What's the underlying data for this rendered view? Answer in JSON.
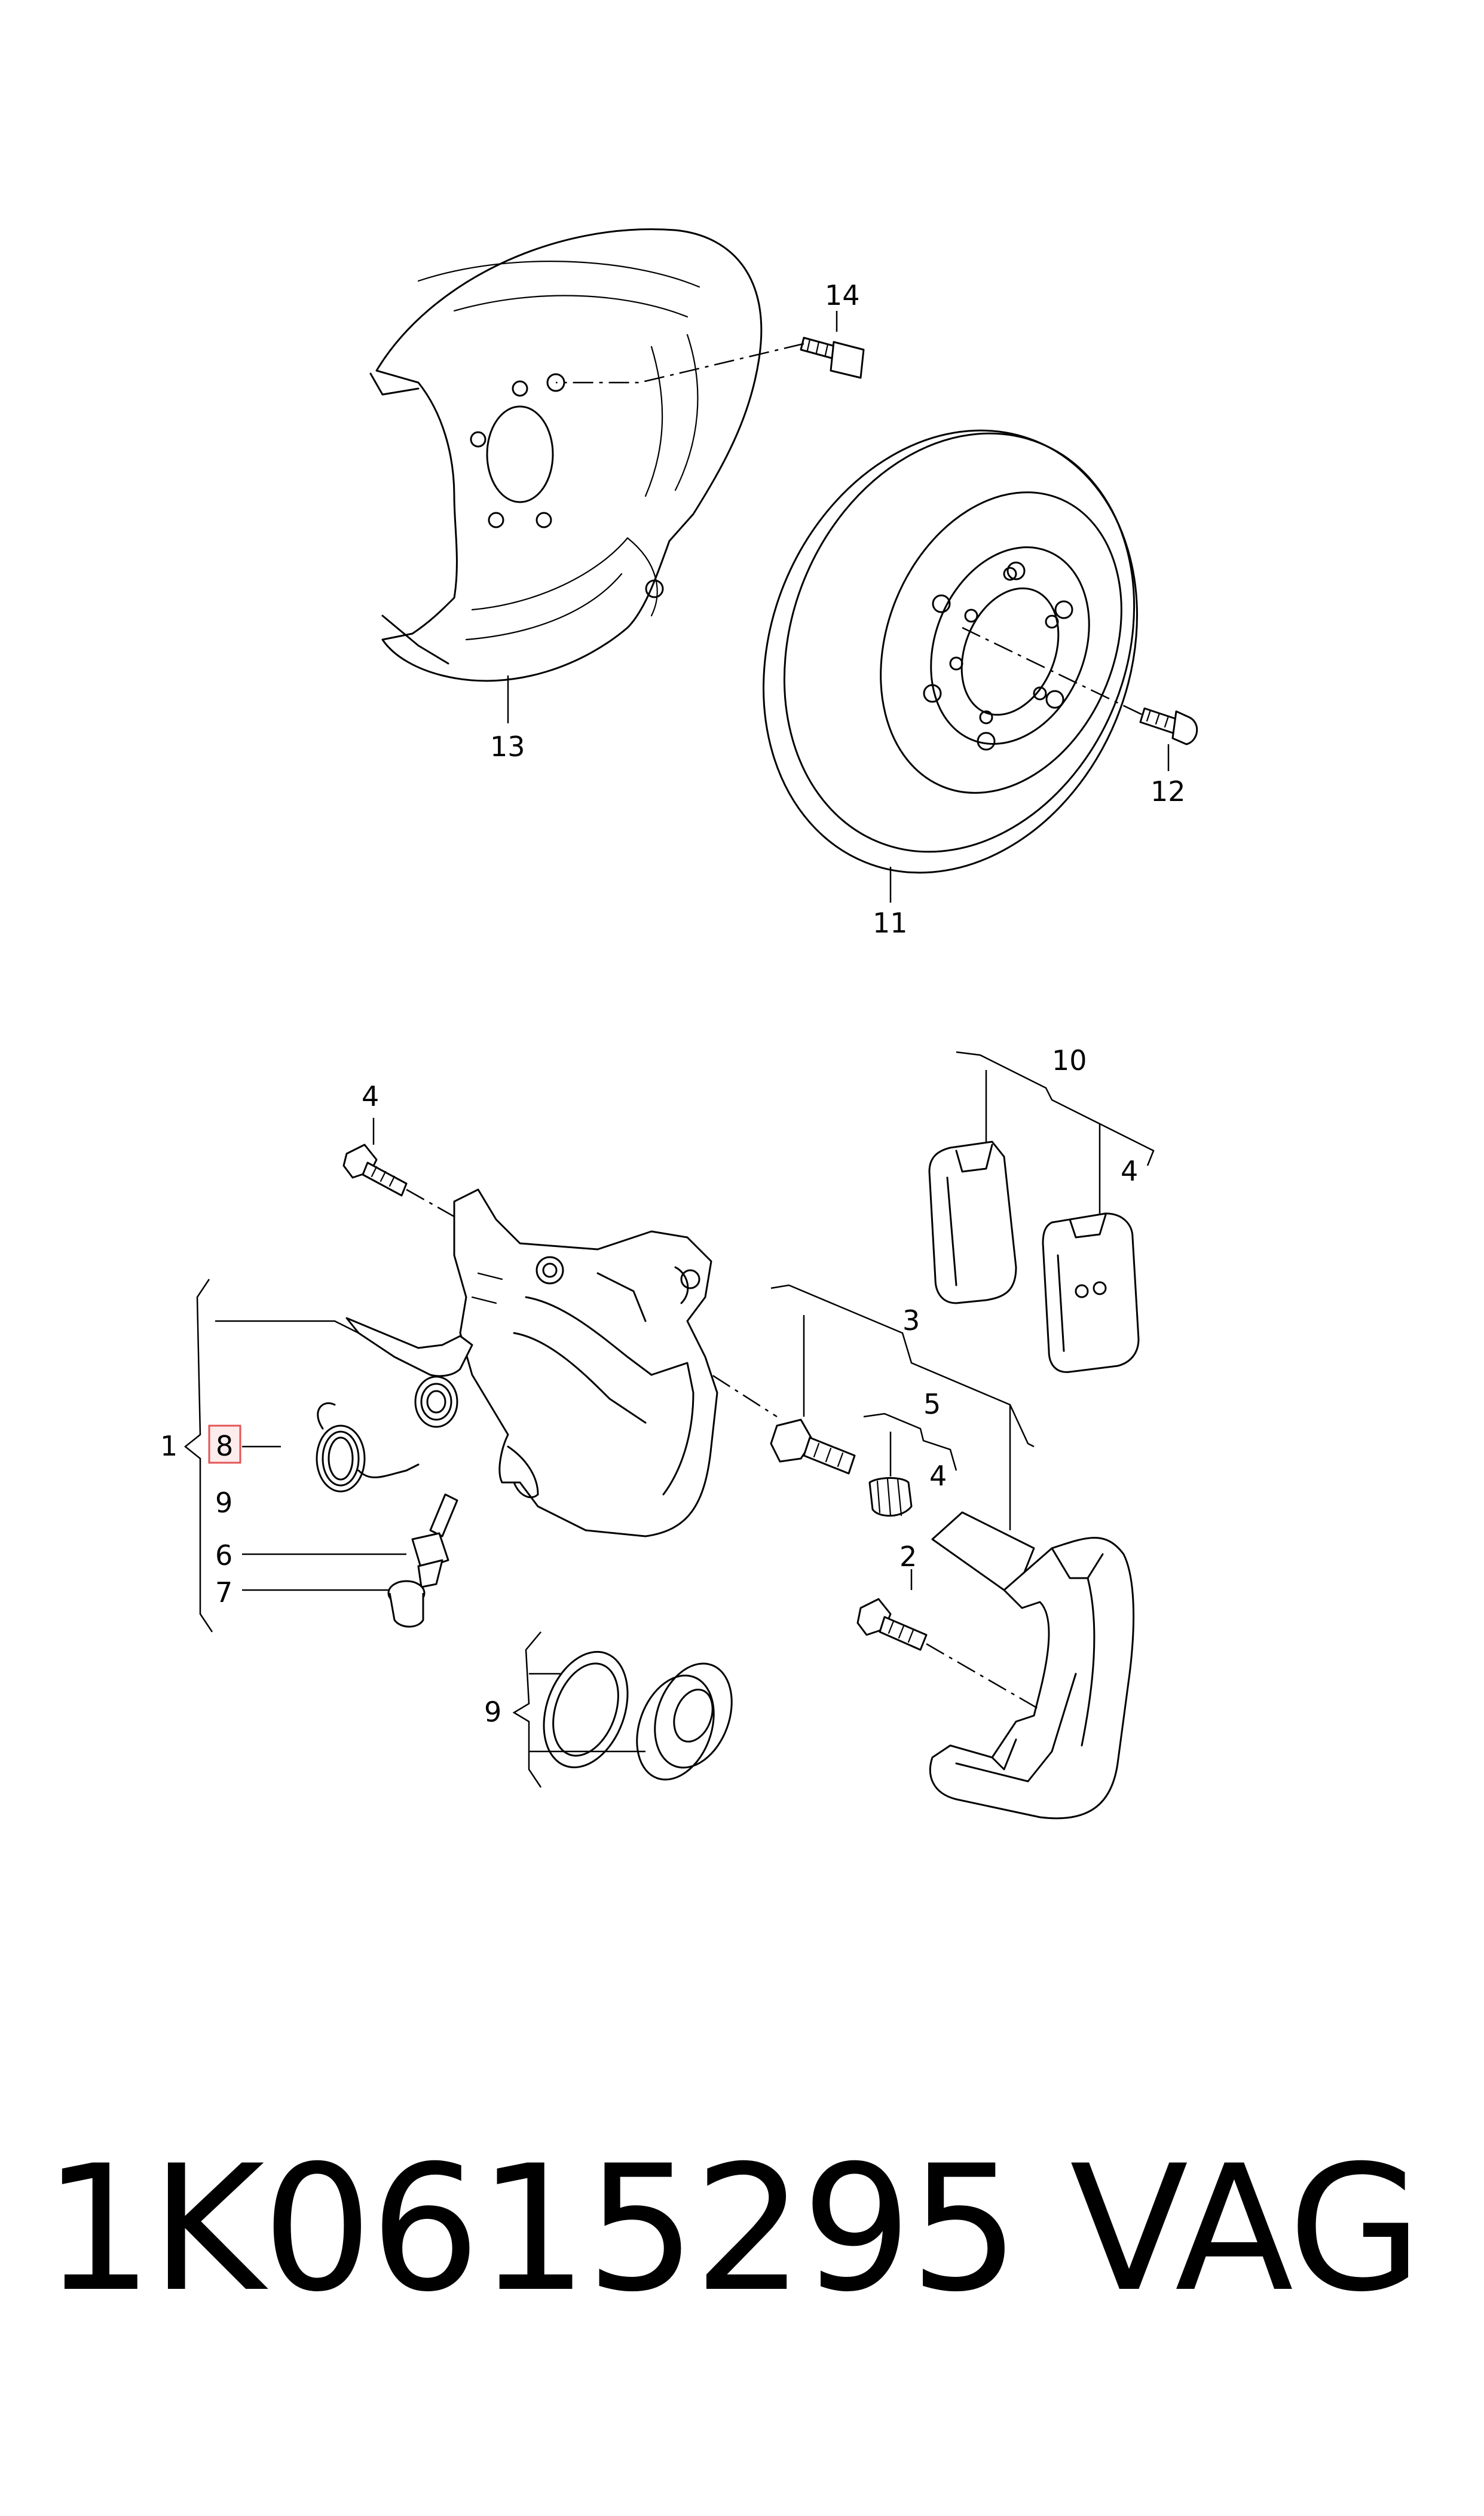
{
  "callouts": {
    "c1": "1",
    "c2": "2",
    "c3": "3",
    "c4a": "4",
    "c4b": "4",
    "c4c": "4",
    "c5": "5",
    "c6": "6",
    "c7": "7",
    "c8": "8",
    "c9a": "9",
    "c9b": "9",
    "c10": "10",
    "c11": "11",
    "c12": "12",
    "c13": "13",
    "c14": "14"
  },
  "highlighted_callout": "8",
  "colors": {
    "highlight_fill": "#fdecec",
    "highlight_stroke": "#e35555",
    "ink": "#000000"
  },
  "footer": {
    "part_number": "1K0615295",
    "brand": "VAG"
  }
}
